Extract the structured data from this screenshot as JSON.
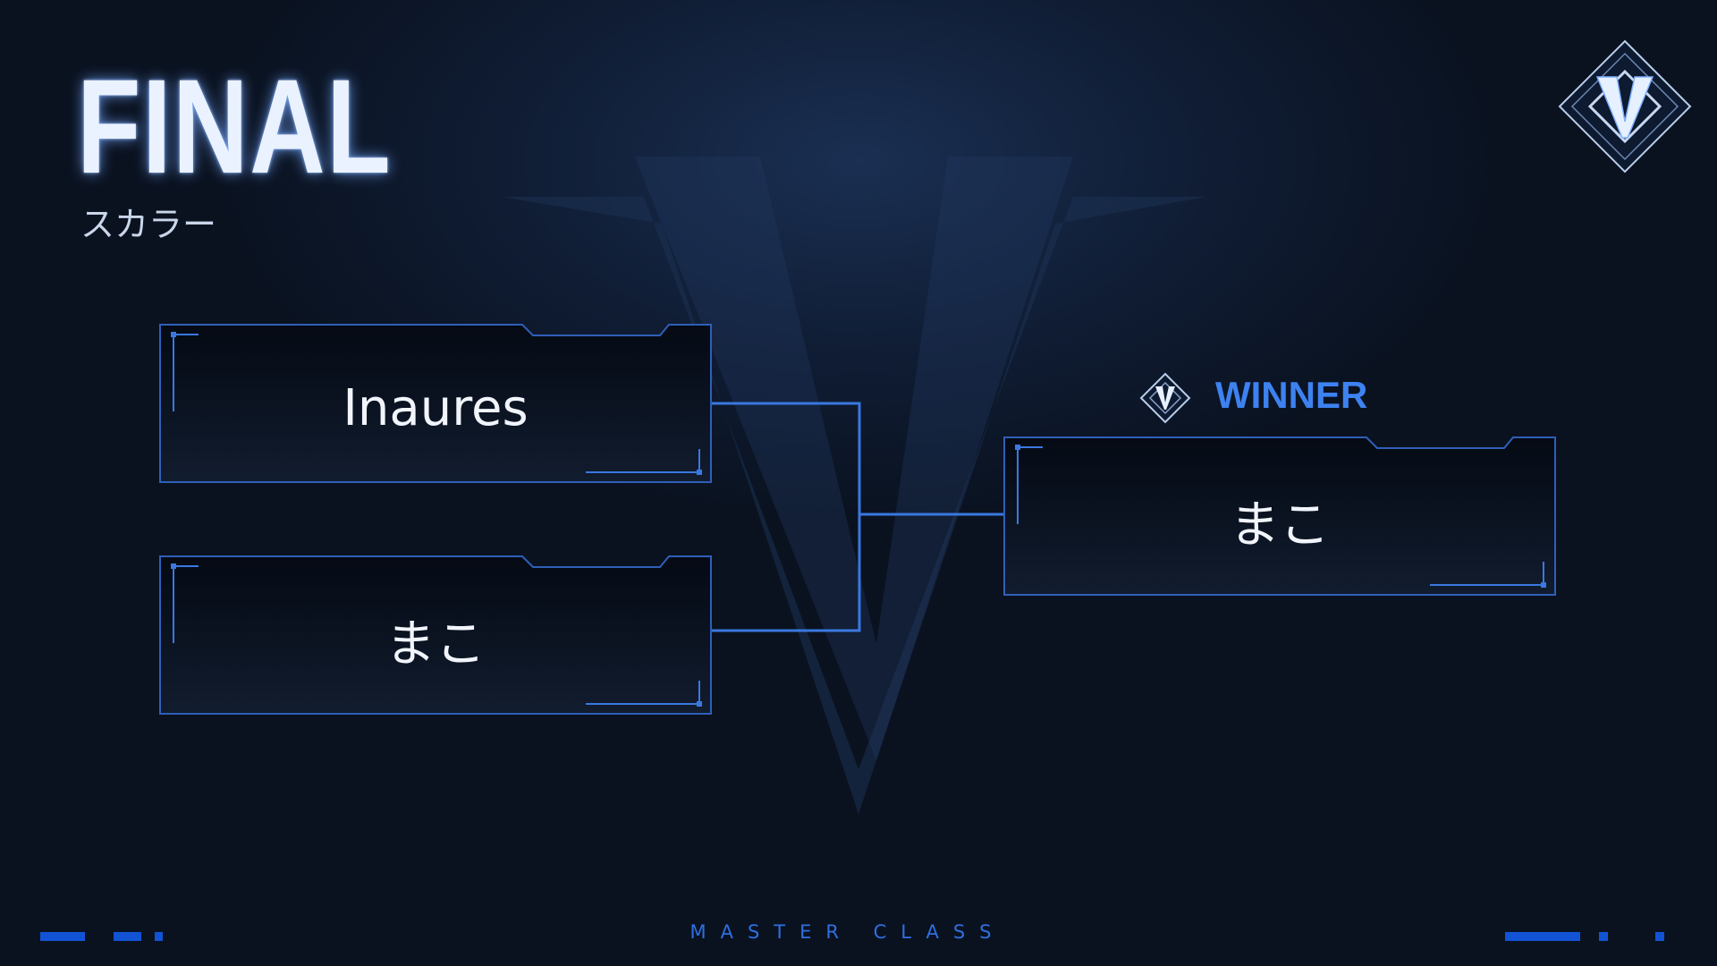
{
  "header": {
    "title": "FINAL",
    "subtitle": "スカラー"
  },
  "bracket": {
    "semifinal": [
      {
        "name": "Inaures"
      },
      {
        "name": "まこ"
      }
    ],
    "winner": {
      "label": "WINNER",
      "name": "まこ"
    }
  },
  "footer": {
    "label": "MASTER CLASS"
  },
  "colors": {
    "accent": "#3d82f0",
    "frame": "#2f5fb8",
    "bg": "#0a1220"
  },
  "icons": {
    "logo": "v-diamond-logo-icon",
    "winner": "v-diamond-badge-icon"
  }
}
